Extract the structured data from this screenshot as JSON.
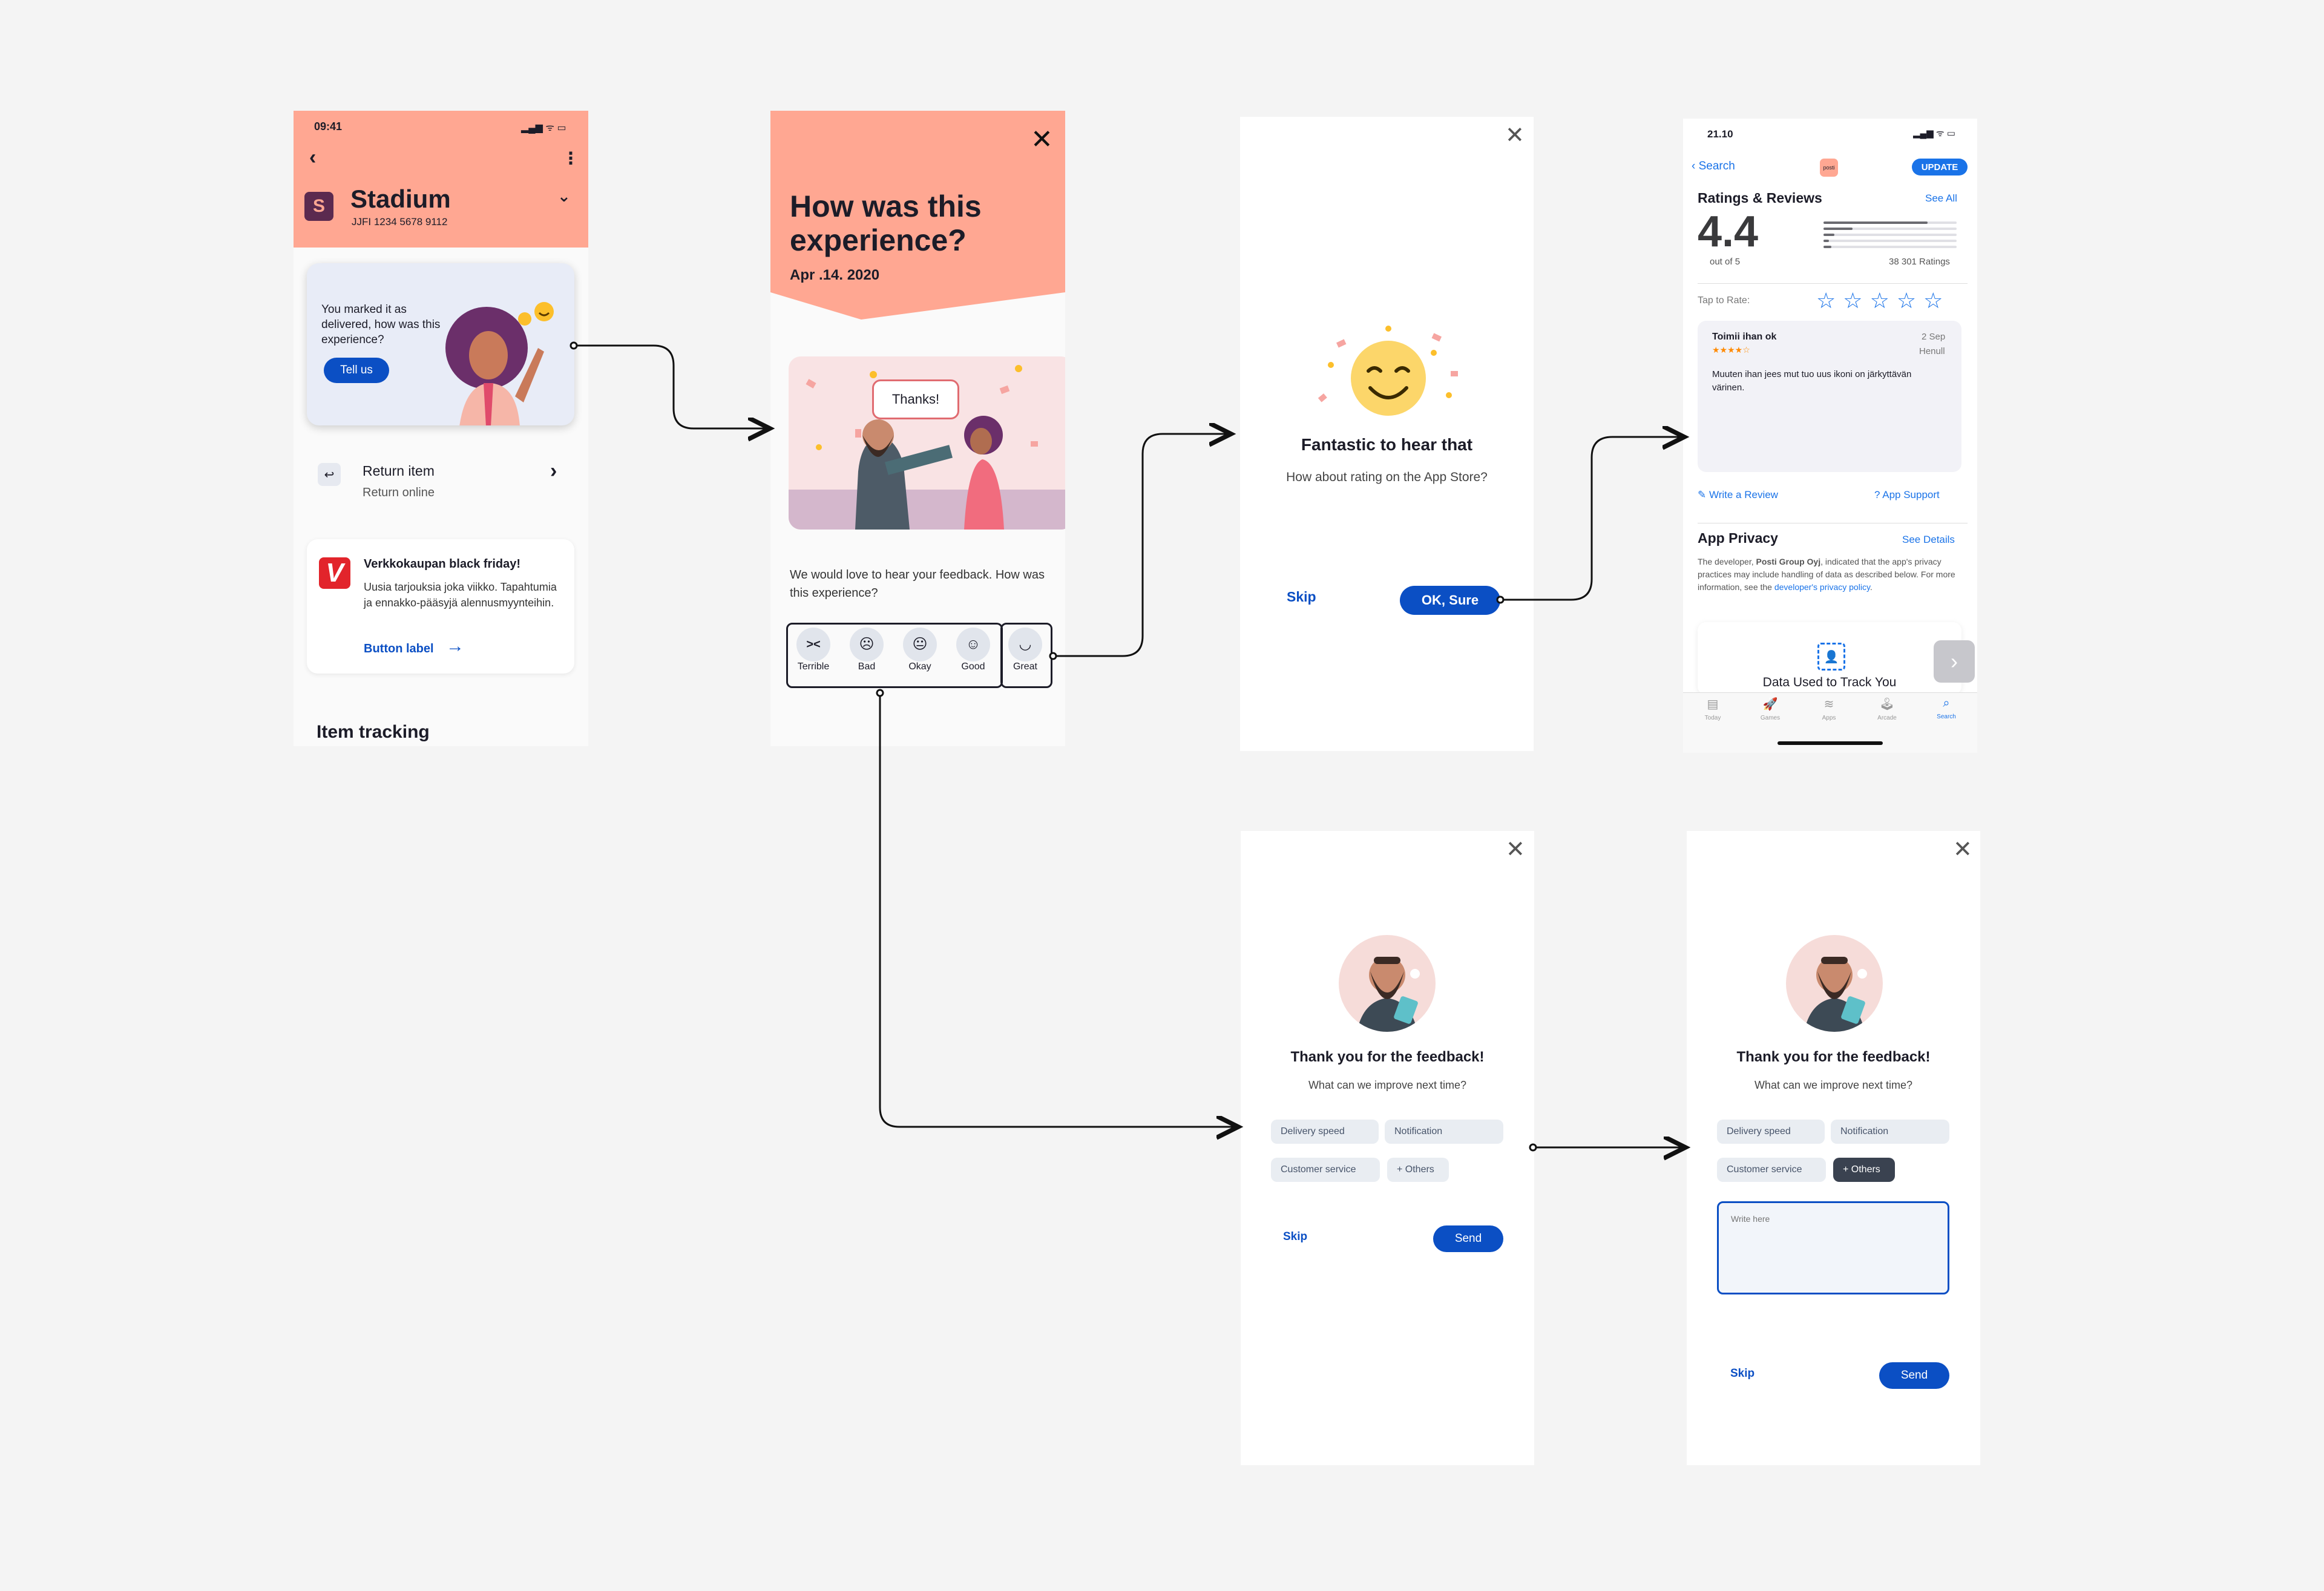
{
  "screen1": {
    "time": "09:41",
    "store_initial": "S",
    "store_name": "Stadium",
    "tracking_code": "JJFI 1234 5678 9112",
    "card_text": "You marked it as delivered, how was this experience?",
    "card_button": "Tell us",
    "return_title": "Return item",
    "return_sub": "Return online",
    "promo_logo": "V",
    "promo_title": "Verkkokaupan black friday!",
    "promo_body": "Uusia tarjouksia joka viikko. Tapahtumia ja ennakko-pääsyjä alennusmyynteihin.",
    "promo_link": "Button label",
    "section_title": "Item tracking",
    "header_color": "#ffa792"
  },
  "screen2": {
    "title": "How was this experience?",
    "date": "Apr .14. 2020",
    "bubble": "Thanks!",
    "prompt": "We would love to hear your feedback. How was this experience?",
    "ratings": [
      "Terrible",
      "Bad",
      "Okay",
      "Good",
      "Great"
    ]
  },
  "screen3": {
    "title": "Fantastic to hear that",
    "subtitle": "How about rating on the App Store?",
    "skip": "Skip",
    "ok": "OK, Sure"
  },
  "screen4": {
    "time": "21.10",
    "back": "Search",
    "update": "UPDATE",
    "ratings_title": "Ratings & Reviews",
    "see_all": "See All",
    "score": "4.4",
    "out_of": "out of 5",
    "ratings_count": "38 301 Ratings",
    "tap_to_rate": "Tap to Rate:",
    "review_title": "Toimii ihan ok",
    "review_date": "2 Sep",
    "review_author": "Henull",
    "review_body": "Muuten ihan jees mut tuo uus ikoni on järkyttävän värinen.",
    "write_review": "Write a Review",
    "app_support": "App Support",
    "privacy_title": "App Privacy",
    "see_details": "See Details",
    "privacy_pre": "The developer, ",
    "privacy_dev": "Posti Group Oyj",
    "privacy_post": ", indicated that the app's privacy practices may include handling of data as described below. For more information, see the ",
    "privacy_link": "developer's privacy policy",
    "privacy_end": ".",
    "track_title": "Data Used to Track You",
    "tabs": [
      "Today",
      "Games",
      "Apps",
      "Arcade",
      "Search"
    ],
    "bars": [
      0.78,
      0.22,
      0.08,
      0.04,
      0.06
    ]
  },
  "screen5": {
    "title": "Thank you for the feedback!",
    "subtitle": "What can we improve next time?",
    "chips": [
      "Delivery speed",
      "Notification",
      "Customer service",
      "+ Others"
    ],
    "skip": "Skip",
    "send": "Send"
  },
  "screen6": {
    "title": "Thank you for the feedback!",
    "subtitle": "What can we improve next time?",
    "chips": [
      "Delivery speed",
      "Notification",
      "Customer service",
      "+ Others"
    ],
    "placeholder": "Write here",
    "skip": "Skip",
    "send": "Send"
  }
}
